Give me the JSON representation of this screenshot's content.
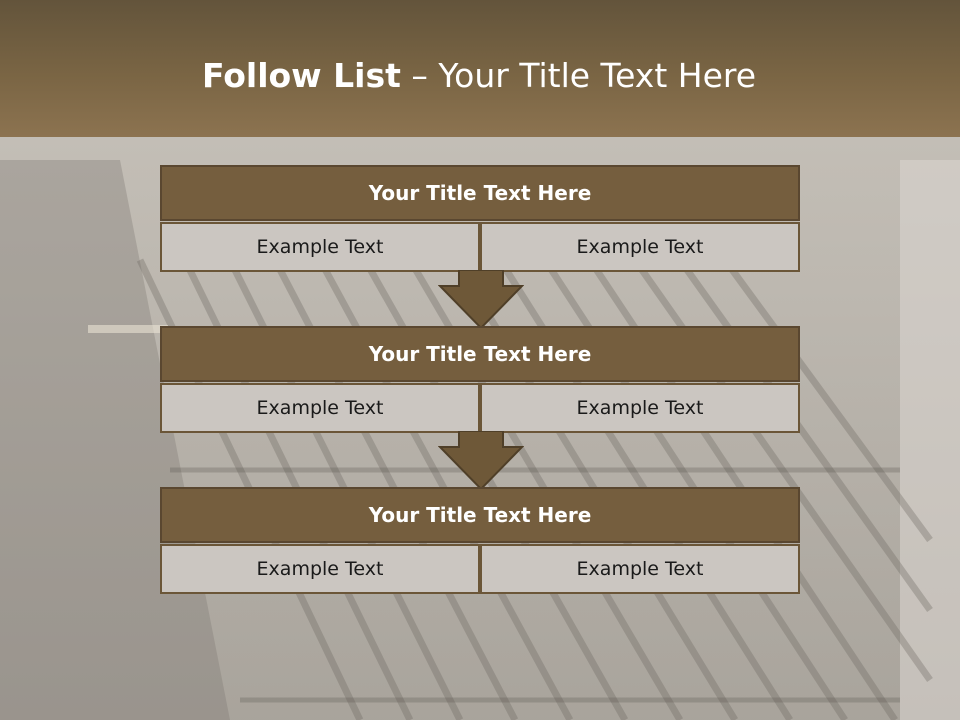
{
  "slide": {
    "title_bold": "Follow List",
    "title_rest": " – Your Title Text Here"
  },
  "blocks": [
    {
      "title": "Your Title Text Here",
      "left": "Example Text",
      "right": "Example Text"
    },
    {
      "title": "Your Title Text Here",
      "left": "Example Text",
      "right": "Example Text"
    },
    {
      "title": "Your Title Text Here",
      "left": "Example Text",
      "right": "Example Text"
    }
  ],
  "colors": {
    "header": "#7a6544",
    "block_title": "#755e3e",
    "cell": "#cbc6c1",
    "arrow": "#6e5838"
  }
}
